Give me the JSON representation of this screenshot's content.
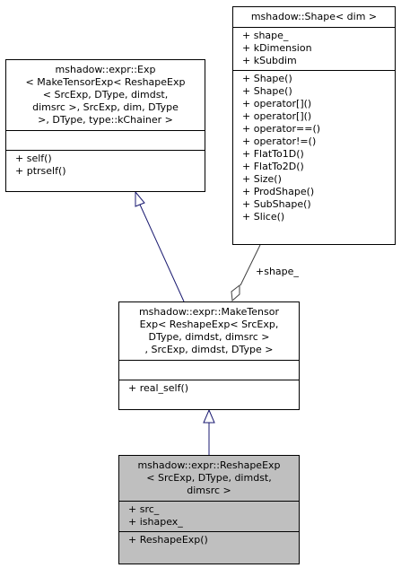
{
  "classes": {
    "exp": {
      "title_lines": [
        "mshadow::expr::Exp",
        "< MakeTensorExp< ReshapeExp",
        "< SrcExp, DType, dimdst,",
        " dimsrc >, SrcExp, dim, DType",
        " >, DType, type::kChainer >"
      ],
      "attributes": [],
      "methods": [
        "+ self()",
        "+ ptrself()"
      ]
    },
    "shape": {
      "title_lines": [
        "mshadow::Shape< dim >"
      ],
      "attributes": [
        "+ shape_",
        "+ kDimension",
        "+ kSubdim"
      ],
      "methods": [
        "+ Shape()",
        "+ Shape()",
        "+ operator[]()",
        "+ operator[]()",
        "+ operator==()",
        "+ operator!=()",
        "+ FlatTo1D()",
        "+ FlatTo2D()",
        "+ Size()",
        "+ ProdShape()",
        "+ SubShape()",
        "+ Slice()"
      ]
    },
    "make_tensor": {
      "title_lines": [
        "mshadow::expr::MakeTensor",
        "Exp< ReshapeExp< SrcExp,",
        " DType, dimdst, dimsrc >",
        ", SrcExp, dimdst, DType >"
      ],
      "attributes": [],
      "methods": [
        "+ real_self()"
      ]
    },
    "reshape": {
      "title_lines": [
        "mshadow::expr::ReshapeExp",
        "< SrcExp, DType, dimdst,",
        " dimsrc >"
      ],
      "attributes": [
        "+ src_",
        "+ ishapex_"
      ],
      "methods": [
        "+ ReshapeExp()"
      ]
    }
  },
  "edges": {
    "shape_member_label": "+shape_"
  },
  "colors": {
    "inheritance_arrow": "#191970",
    "composition_line": "#404040",
    "highlight_fill": "#bfbfbf"
  }
}
